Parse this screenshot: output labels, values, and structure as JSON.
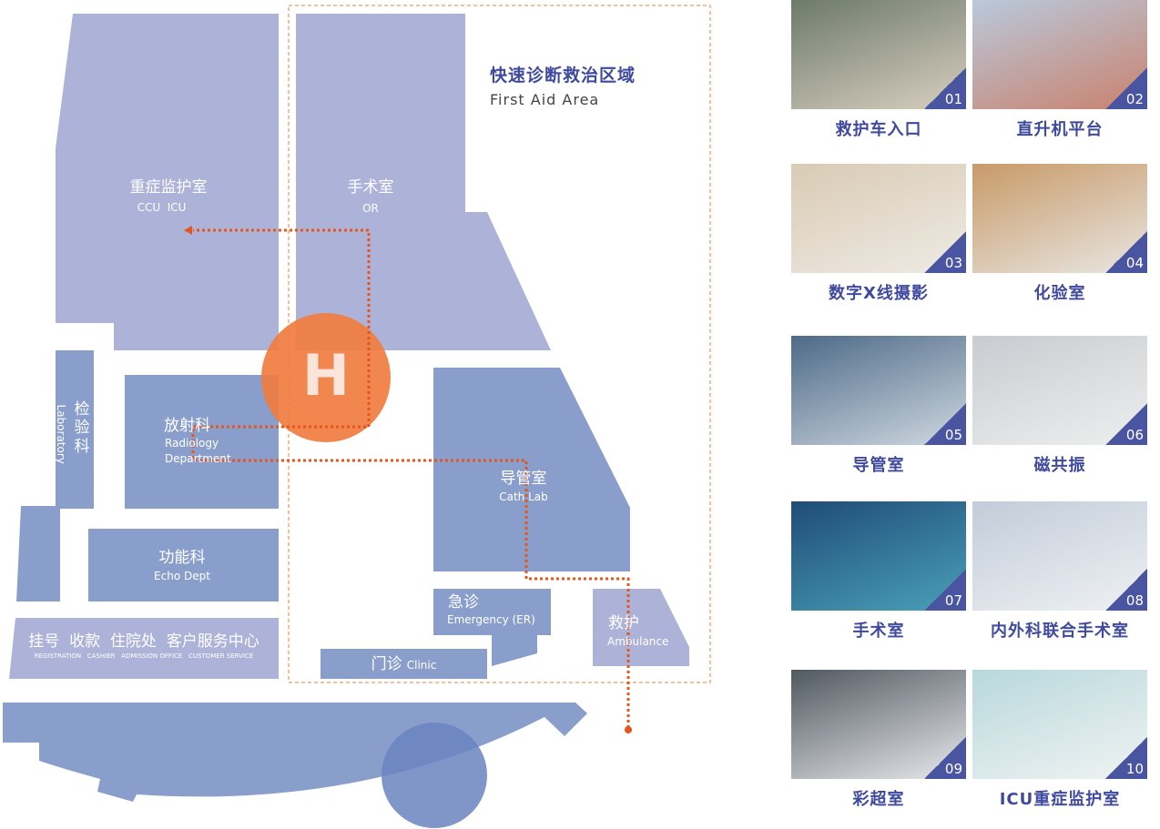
{
  "area": {
    "title_cn": "快速诊断救治区域",
    "title_en": "First Aid Area"
  },
  "rooms": {
    "icu": {
      "cn": "重症监护室",
      "en": "CCU  ICU"
    },
    "or": {
      "cn": "手术室",
      "en": "OR"
    },
    "lab": {
      "cn": "检验科",
      "en": "Laboratory"
    },
    "radiology": {
      "cn": "放射科",
      "en1": "Radiology",
      "en2": "Department"
    },
    "echo": {
      "cn": "功能科",
      "en": "Echo Dept"
    },
    "cath": {
      "cn": "导管室",
      "en": "Cath Lab"
    },
    "er": {
      "cn": "急诊",
      "en": "Emergency (ER)"
    },
    "ambulance": {
      "cn": "救护",
      "en": "Ambulance"
    },
    "clinic": {
      "cn": "门诊",
      "en": "Clinic"
    },
    "services": {
      "cn": "挂号  收款  住院处  客户服务中心",
      "en": "REGISTRATION   CASHIER   ADMISSION OFFICE   CUSTOMER SERVICE"
    },
    "helipad": "H"
  },
  "photos": [
    {
      "num": "01",
      "label": "救护车入口",
      "c1": "#6d7a6a",
      "c2": "#d8cfc0"
    },
    {
      "num": "02",
      "label": "直升机平台",
      "c1": "#b9c9dc",
      "c2": "#c9826e"
    },
    {
      "num": "03",
      "label": "数字X线摄影",
      "c1": "#d9cbb4",
      "c2": "#eeeae4"
    },
    {
      "num": "04",
      "label": "化验室",
      "c1": "#c89a68",
      "c2": "#e8e6e2"
    },
    {
      "num": "05",
      "label": "导管室",
      "c1": "#4d6a88",
      "c2": "#cfd8e0"
    },
    {
      "num": "06",
      "label": "磁共振",
      "c1": "#c8ccd0",
      "c2": "#eeeeee"
    },
    {
      "num": "07",
      "label": "手术室",
      "c1": "#1f4c78",
      "c2": "#4aa0b8"
    },
    {
      "num": "08",
      "label": "内外科联合手术室",
      "c1": "#c2ccd8",
      "c2": "#eef1f4"
    },
    {
      "num": "09",
      "label": "彩超室",
      "c1": "#505860",
      "c2": "#e8eaec"
    },
    {
      "num": "10",
      "label": "ICU重症监护室",
      "c1": "#b8d8dc",
      "c2": "#f0f3f2"
    }
  ],
  "colors": {
    "light": "#adb3d8",
    "dark": "#8a9ecc",
    "orange": "#f07d3f",
    "path": "#e8541a",
    "accent": "#3f4a9e"
  }
}
